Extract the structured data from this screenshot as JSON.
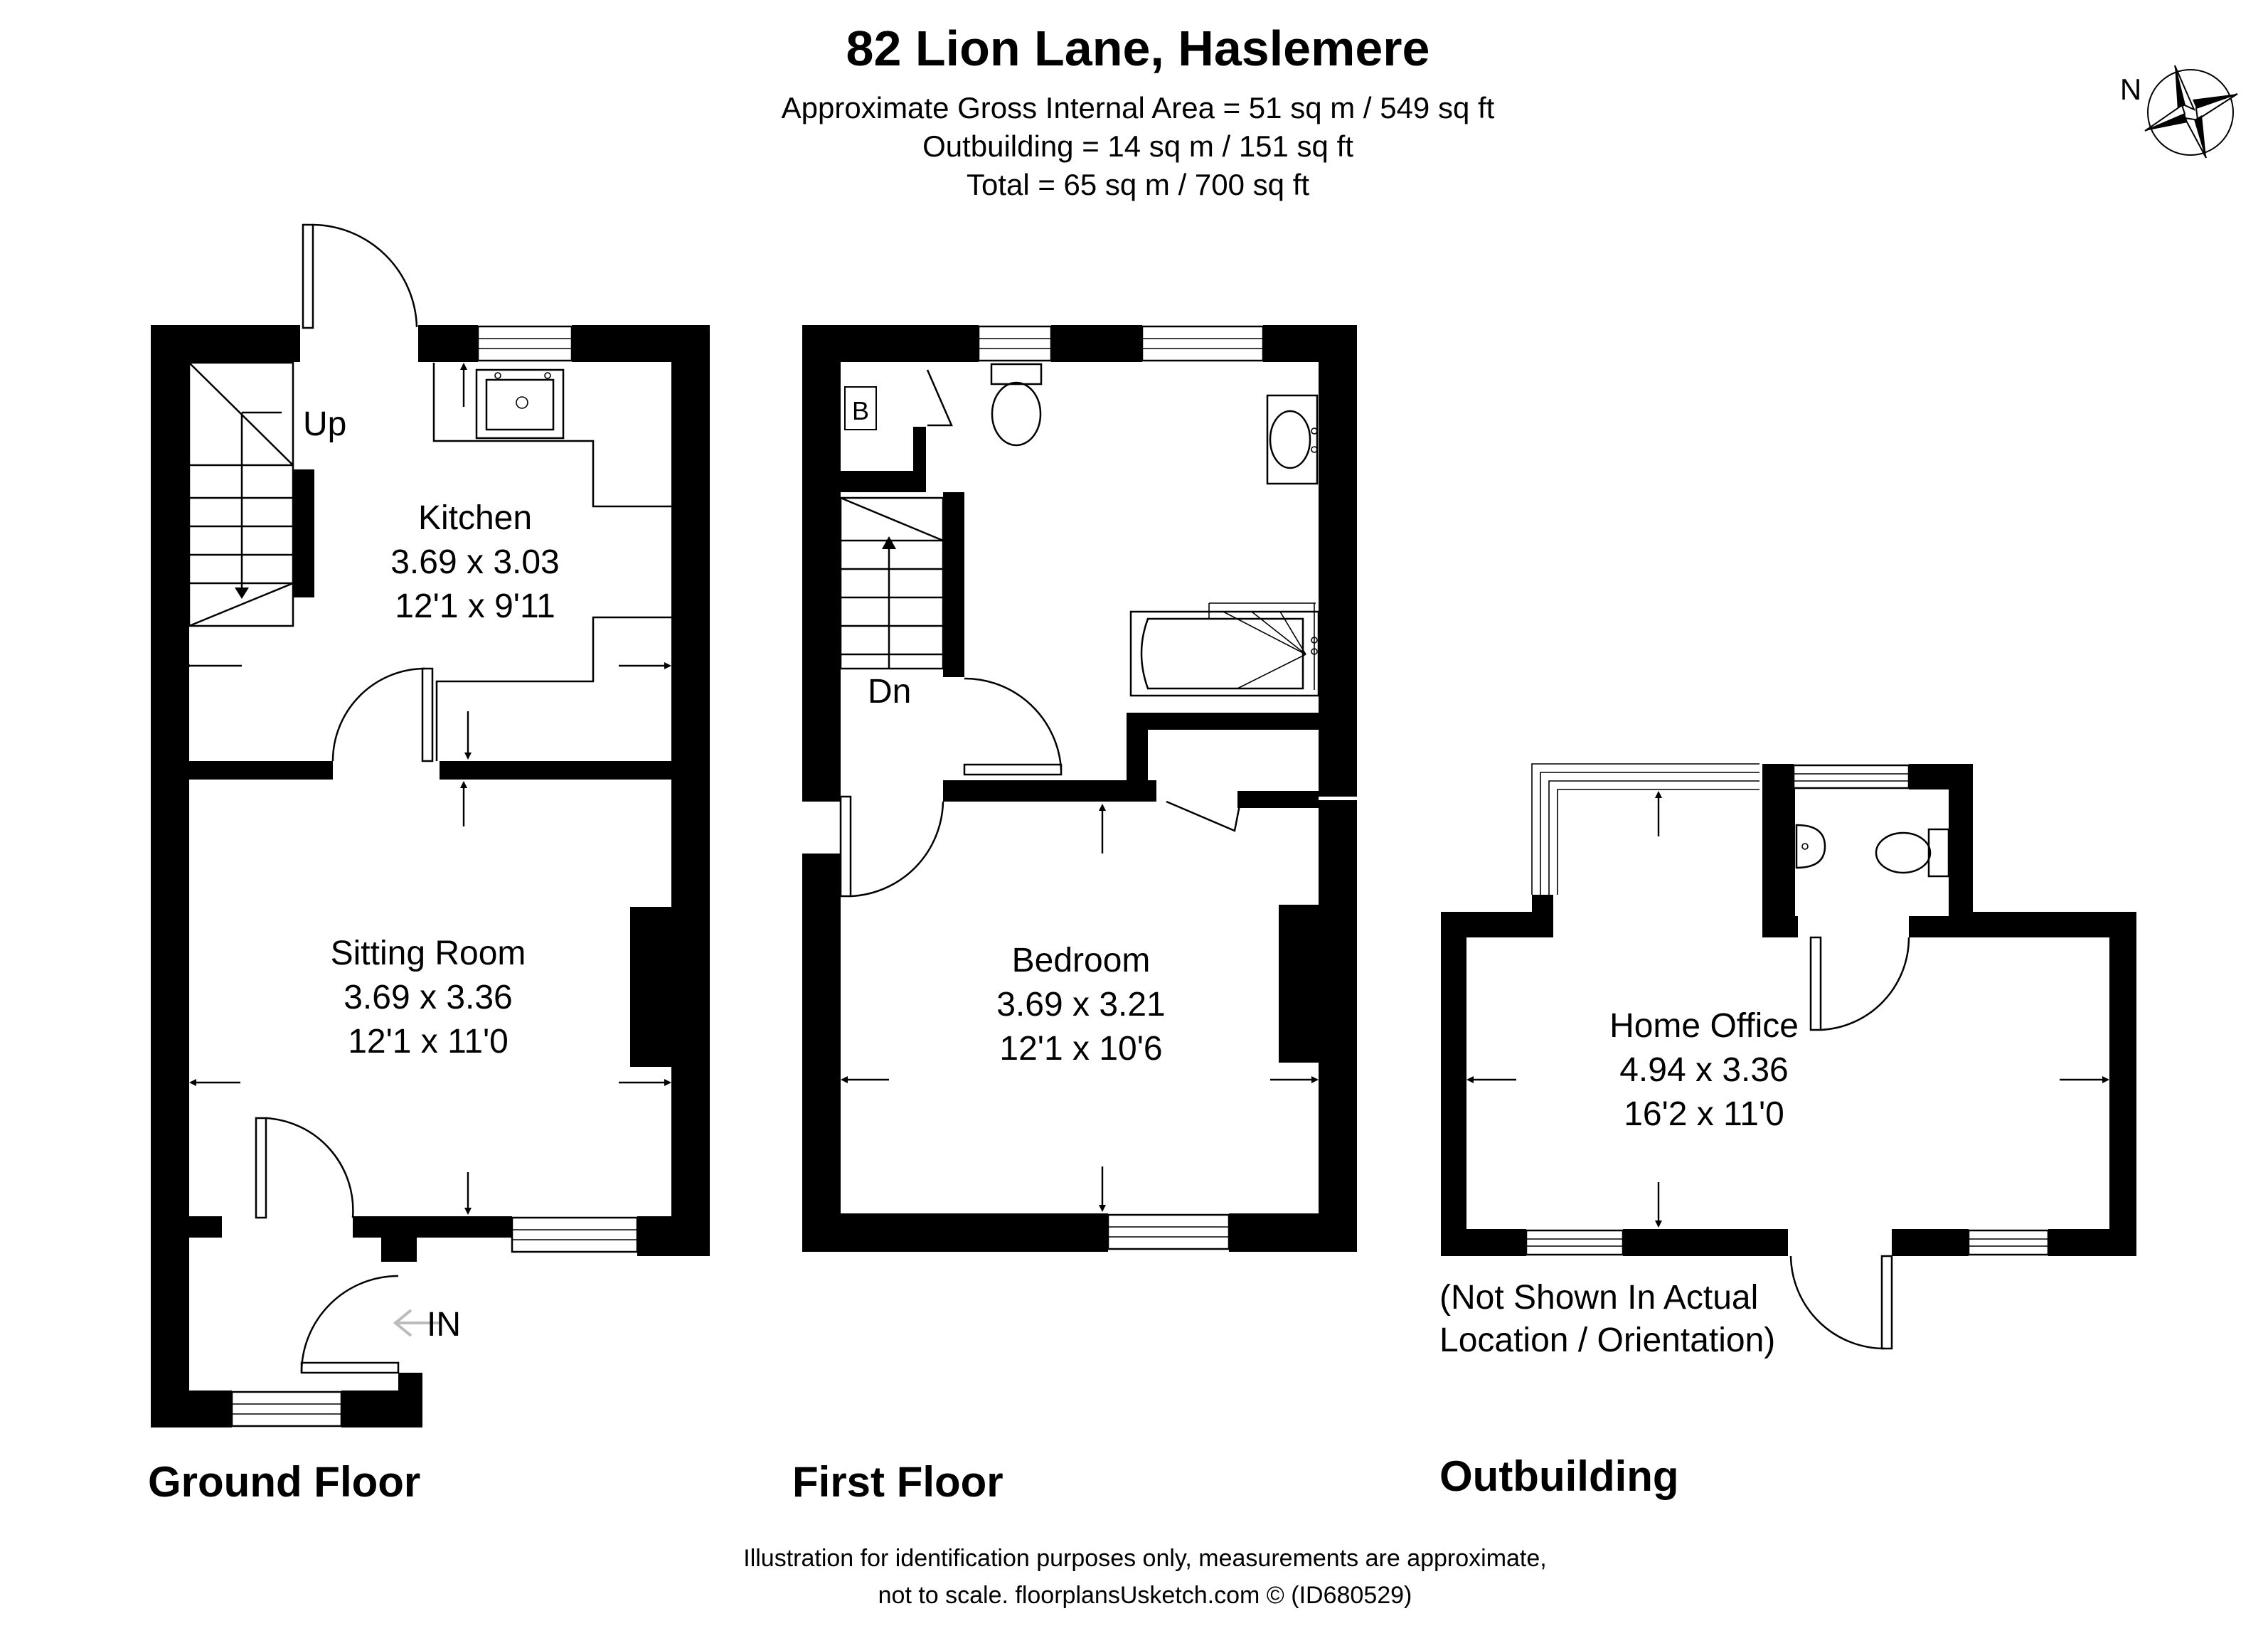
{
  "header": {
    "title": "82 Lion Lane, Haslemere",
    "area_main": "Approximate Gross Internal Area = 51 sq m / 549 sq ft",
    "area_outbuilding": "Outbuilding = 14 sq m / 151 sq ft",
    "area_total": "Total = 65 sq m / 700 sq ft"
  },
  "compass": {
    "label": "N",
    "icon": "compass-rose-icon"
  },
  "ground_floor": {
    "label": "Ground Floor",
    "stairs_label": "Up",
    "entrance_label": "IN",
    "kitchen": {
      "name": "Kitchen",
      "metric": "3.69 x 3.03",
      "imperial": "12'1 x 9'11"
    },
    "sitting_room": {
      "name": "Sitting Room",
      "metric": "3.69 x 3.36",
      "imperial": "12'1 x 11'0"
    }
  },
  "first_floor": {
    "label": "First Floor",
    "stairs_label": "Dn",
    "boiler_label": "B",
    "bedroom": {
      "name": "Bedroom",
      "metric": "3.69 x 3.21",
      "imperial": "12'1 x 10'6"
    }
  },
  "outbuilding": {
    "label": "Outbuilding",
    "home_office": {
      "name": "Home Office",
      "metric": "4.94 x 3.36",
      "imperial": "16'2 x 11'0"
    },
    "note_line1": "(Not Shown In Actual",
    "note_line2": "Location / Orientation)"
  },
  "footer": {
    "line1": "Illustration for identification purposes only, measurements are approximate,",
    "line2": "not to scale. floorplansUsketch.com © (ID680529)"
  }
}
